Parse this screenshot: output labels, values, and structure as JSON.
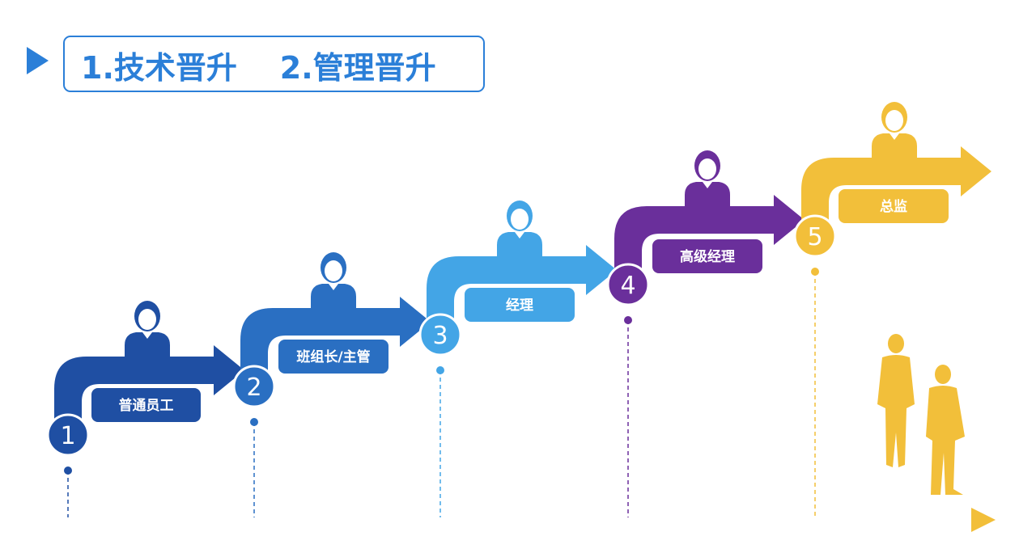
{
  "header": {
    "title": "1.技术晋升    2.管理晋升",
    "accent_color": "#2b7fd8"
  },
  "steps": [
    {
      "number": "1",
      "label": "普通员工",
      "color": "#1f4fa3",
      "icon": "male-staff-icon"
    },
    {
      "number": "2",
      "label": "班组长/主管",
      "color": "#2a6fc2",
      "icon": "supervisor-icon"
    },
    {
      "number": "3",
      "label": "经理",
      "color": "#43a5e6",
      "icon": "manager-icon"
    },
    {
      "number": "4",
      "label": "高级经理",
      "color": "#6a2f9b",
      "icon": "senior-manager-icon"
    },
    {
      "number": "5",
      "label": "总监",
      "color": "#f2bf3a",
      "icon": "director-icon"
    }
  ],
  "decor": {
    "people_icon": "business-people-icon",
    "people_color": "#f2bf3a"
  }
}
